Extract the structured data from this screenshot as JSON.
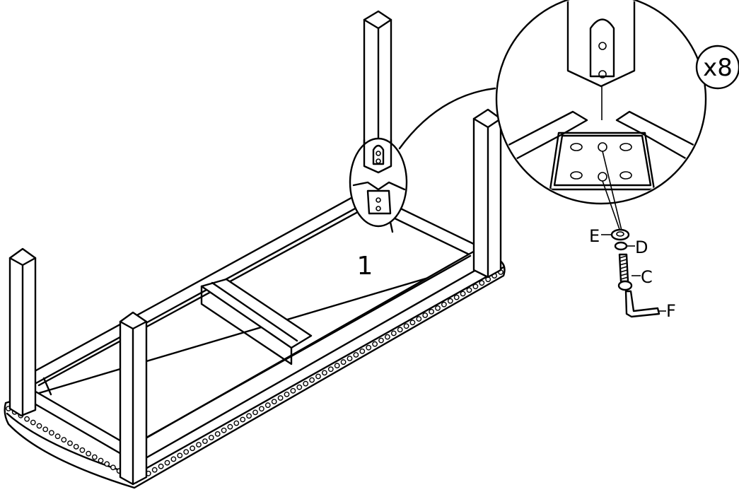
{
  "diagram": {
    "step_number": "1",
    "quantity_badge": "x8",
    "parts": {
      "E": "E",
      "D": "D",
      "C": "C",
      "F": "F"
    }
  }
}
